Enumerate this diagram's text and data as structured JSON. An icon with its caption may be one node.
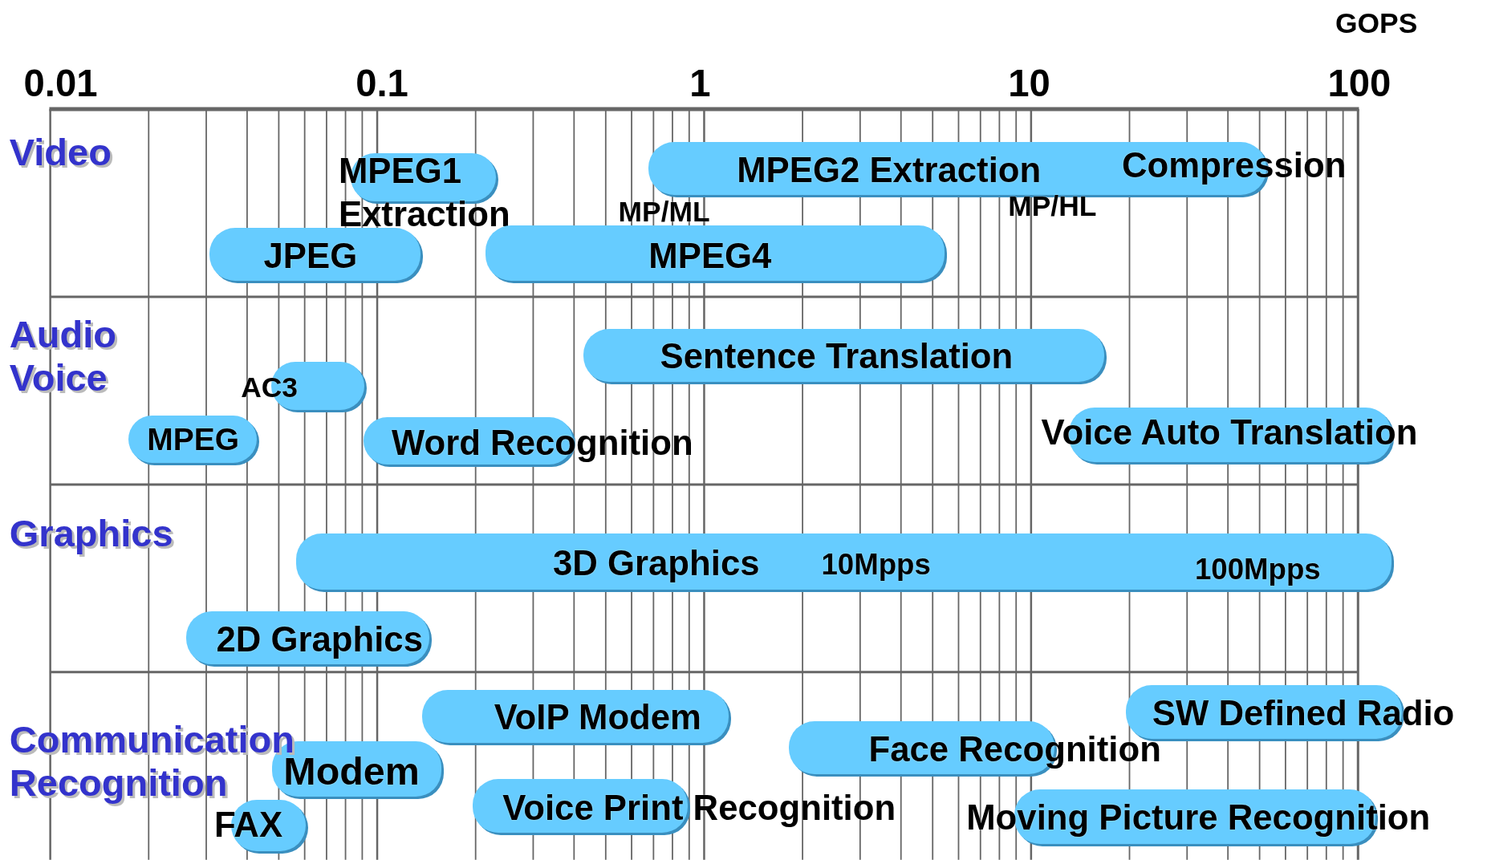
{
  "diagram": {
    "nodes": [
      {
        "text": [
          "MPEG1 Extraction"
        ]
      },
      {
        "text": [
          "MPEG2  Extraction",
          "Compression"
        ],
        "beside": [
          "MP/ML",
          "MP/HL"
        ]
      },
      {
        "text": [
          "JPEG"
        ]
      },
      {
        "text": [
          "MPEG4"
        ]
      },
      {
        "text": [
          "Sentence Translation"
        ]
      },
      {
        "text": [
          "AC3"
        ]
      },
      {
        "text": [
          "MPEG"
        ]
      },
      {
        "text": [
          "Word Recognition"
        ]
      },
      {
        "text": [
          "Voice Auto Translation"
        ]
      },
      {
        "text": [
          "3D Graphics",
          "10Mpps",
          "100Mpps"
        ]
      },
      {
        "text": [
          "2D Graphics"
        ]
      },
      {
        "text": [
          "VoIP Modem"
        ]
      },
      {
        "text": [
          "SW Defined Radio"
        ]
      },
      {
        "text": [
          "Face Recognition"
        ]
      },
      {
        "text": [
          "Modem"
        ]
      },
      {
        "text": [
          "Voice Print Recognition"
        ]
      },
      {
        "text": [
          "FAX"
        ]
      },
      {
        "text": [
          "Moving Picture Recognition"
        ]
      }
    ],
    "edges": [],
    "labels": [
      "GOPS",
      "0.01",
      "0.1",
      "1",
      "10",
      "100",
      "Video",
      "Audio Voice",
      "Graphics",
      "Communication Recognition"
    ]
  }
}
